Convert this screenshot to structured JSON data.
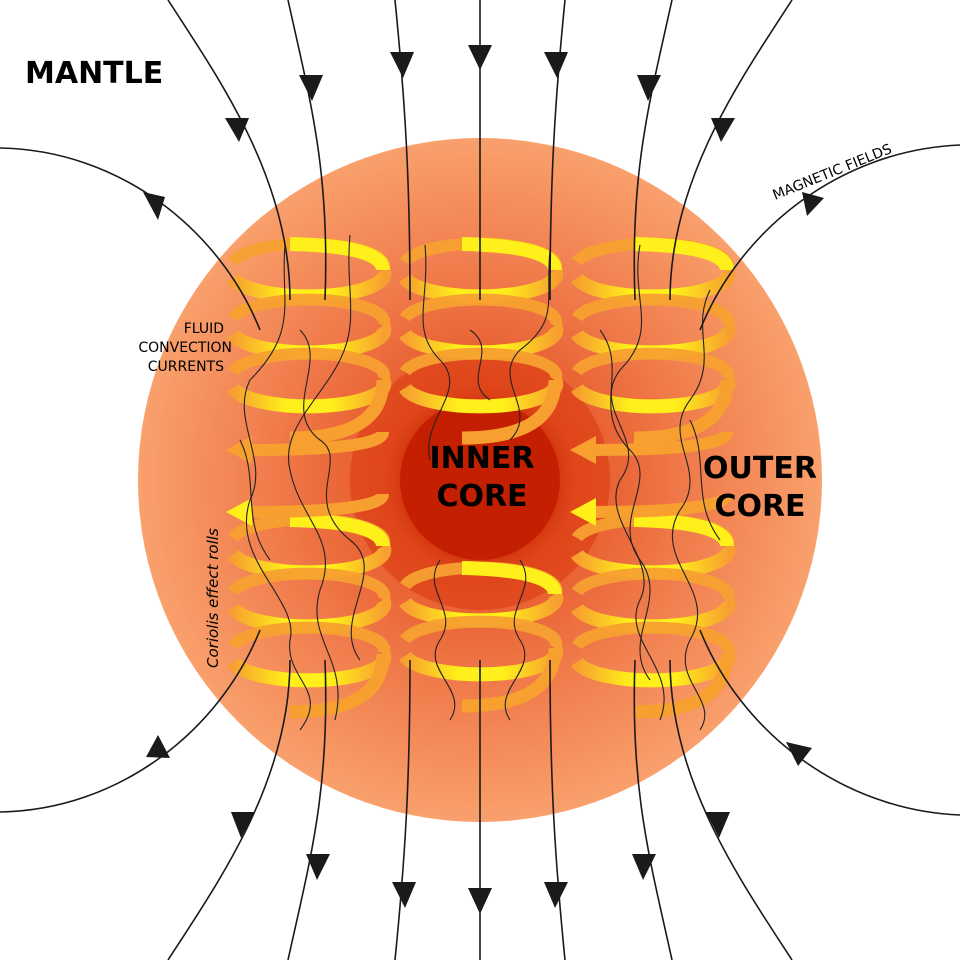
{
  "labels": {
    "mantle": "MANTLE",
    "inner_core_line1": "INNER",
    "inner_core_line2": "CORE",
    "outer_core_line1": "OUTER",
    "outer_core_line2": "CORE",
    "magnetic_fields": "MAGNETIC FIELDS",
    "fluid_line1": "FLUID",
    "fluid_line2": "CONVECTION",
    "fluid_line3": "CURRENTS",
    "coriolis": "Coriolis effect rolls"
  },
  "colors": {
    "outer_core_edge": "#f9a06c",
    "outer_core_mid": "#f07a4a",
    "inner_core": "#c41f00",
    "inner_core_glow": "#d83a10",
    "helix_yellow": "#ffef1a",
    "helix_orange": "#f7a030",
    "field_line": "#1a1a1a"
  }
}
